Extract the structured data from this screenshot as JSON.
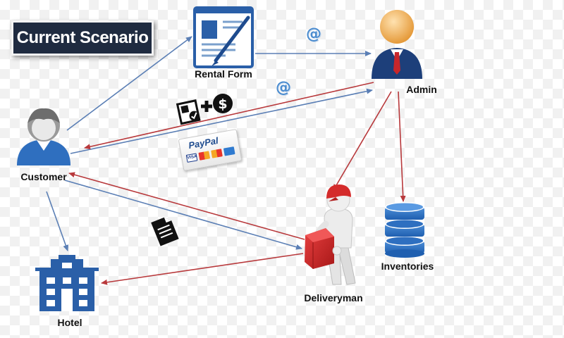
{
  "title": "Current Scenario",
  "nodes": {
    "rental_form": "Rental Form",
    "admin": "Admin",
    "customer": "Customer",
    "deliveryman": "Deliveryman",
    "inventories": "Inventories",
    "hotel": "Hotel"
  },
  "email_symbol": "@",
  "payment": {
    "brand": "PayPal",
    "cards": [
      "VISA",
      "MasterCard",
      "Maestro",
      "American Express"
    ]
  },
  "colors": {
    "blue_flow": "#5b7fb5",
    "red_flow": "#b8393c",
    "title_bg": "#1f2b40",
    "icon_blue": "#2a5fa8",
    "delivery_red": "#d42b2b"
  },
  "icons": [
    "document-pencil-icon",
    "user-icon",
    "admin-user-icon",
    "checkbox-doc-icon",
    "dollar-icon",
    "paypal-badge",
    "delivery-person-icon",
    "database-icon",
    "hotel-building-icon",
    "document-icon"
  ]
}
